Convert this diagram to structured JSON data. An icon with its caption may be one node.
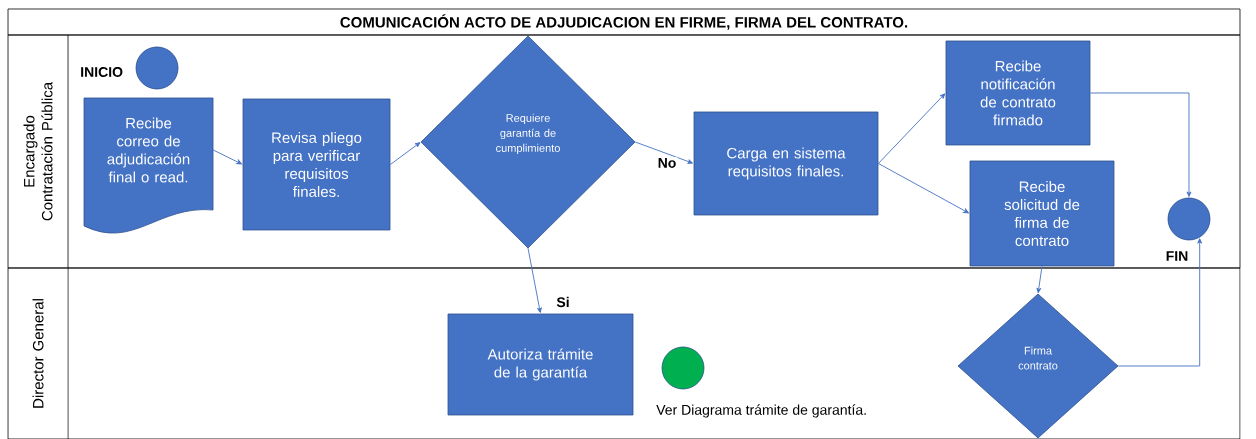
{
  "diagram": {
    "title": "COMUNICACIÓN ACTO DE ADJUDICACION EN FIRME, FIRMA DEL CONTRATO.",
    "nodes": [
      {
        "text": [
          "Encargado Contratación Pública"
        ]
      },
      {
        "text": [],
        "shape": "circle",
        "beside": [
          "INICIO"
        ],
        "in": 0
      },
      {
        "text": [
          "Recibe correo de adjudicación final o read."
        ],
        "in": 0
      },
      {
        "text": [
          "Revisa pliego para verificar requisitos finales."
        ],
        "in": 0
      },
      {
        "text": [
          "Requiere garantía de cumplimiento"
        ],
        "in": 0
      },
      {
        "text": [
          "Carga en sistema requisitos finales."
        ],
        "in": 0
      },
      {
        "text": [
          "Recibe notificación de contrato firmado"
        ],
        "in": 0
      },
      {
        "text": [
          "Recibe solicitud de firma de contrato"
        ],
        "in": 0
      },
      {
        "text": [],
        "shape": "circle",
        "beside": [
          "FIN"
        ],
        "in": 0
      },
      {
        "text": [
          "Director General"
        ]
      },
      {
        "text": [
          "Autoriza trámite de la garantía"
        ],
        "in": 9
      },
      {
        "text": [],
        "shape": "circle",
        "beside": [
          "Ver Diagrama trámite de garantía."
        ],
        "in": 9
      },
      {
        "text": [
          "Firma contrato"
        ],
        "in": 9
      }
    ],
    "edges": [
      {
        "from": 2,
        "to": 3,
        "arrow": "to"
      },
      {
        "from": 3,
        "to": 4,
        "arrow": "to"
      },
      {
        "from": 4,
        "to": 5,
        "arrow": "to",
        "label": "No"
      },
      {
        "from": 4,
        "to": 10,
        "arrow": "to",
        "label": "Si"
      },
      {
        "from": 5,
        "to": 6,
        "arrow": "to"
      },
      {
        "from": 5,
        "to": 7,
        "arrow": "to"
      },
      {
        "from": 6,
        "to": 8,
        "arrow": "to"
      },
      {
        "from": 7,
        "to": 12,
        "arrow": "to"
      },
      {
        "from": 12,
        "to": 8,
        "arrow": "to"
      }
    ]
  }
}
